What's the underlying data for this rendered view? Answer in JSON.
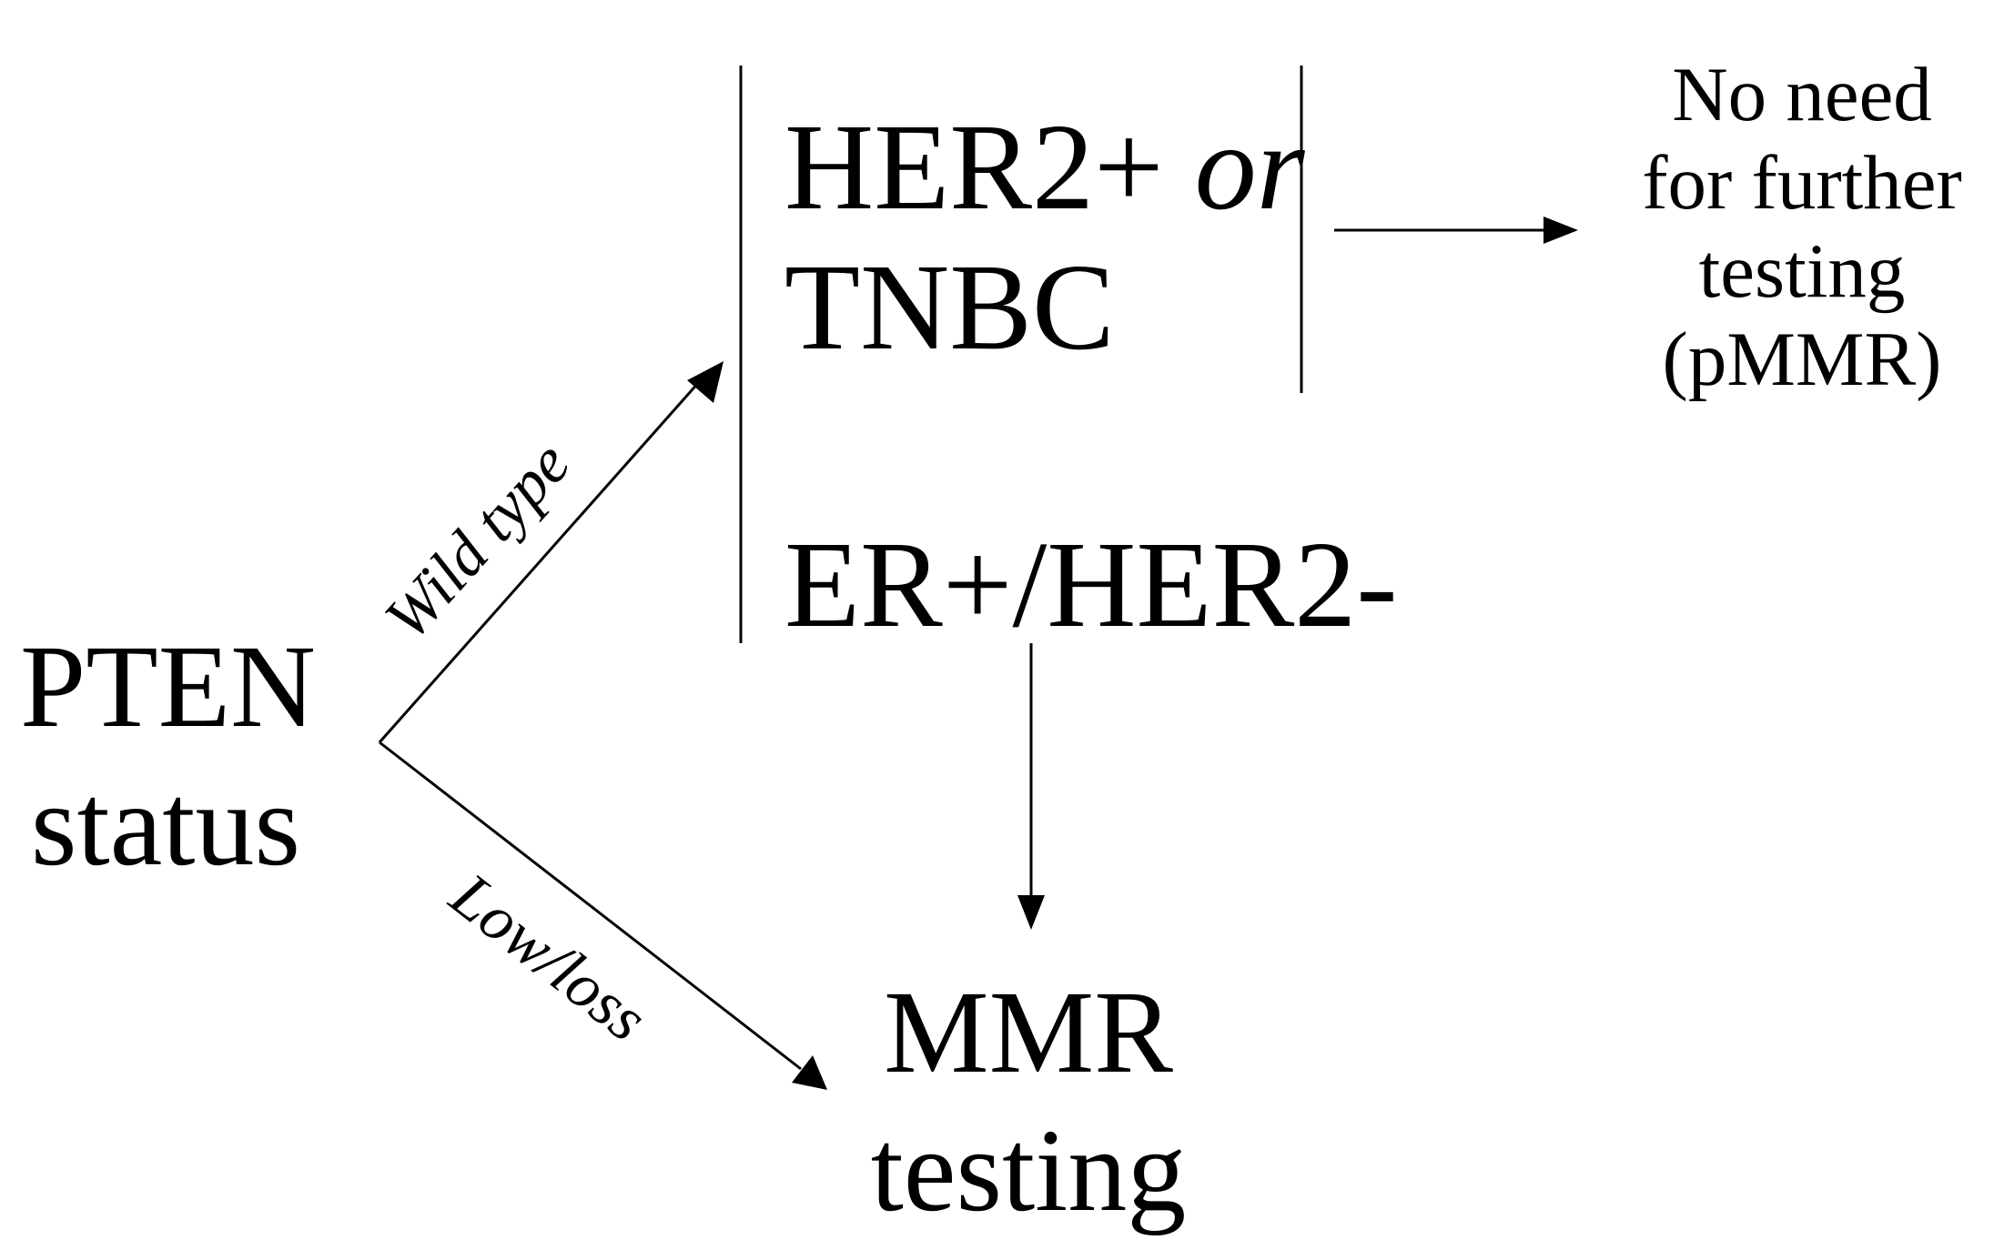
{
  "nodes": {
    "pten_status": {
      "line1": "PTEN",
      "line2": "status"
    },
    "her2_tnbc": {
      "line1_main": "HER2+ ",
      "line1_conj": "or",
      "line2": "TNBC"
    },
    "er_her2": {
      "text": "ER+/HER2-"
    },
    "no_further_testing": {
      "line1": "No need",
      "line2": "for further",
      "line3": "testing",
      "line4": "(pMMR)"
    },
    "mmr_testing": {
      "line1": "MMR",
      "line2": "testing"
    }
  },
  "edges": {
    "wild_type": "Wild type",
    "low_loss": "Low/loss"
  },
  "colors": {
    "ink": "#000000",
    "background": "#ffffff"
  }
}
